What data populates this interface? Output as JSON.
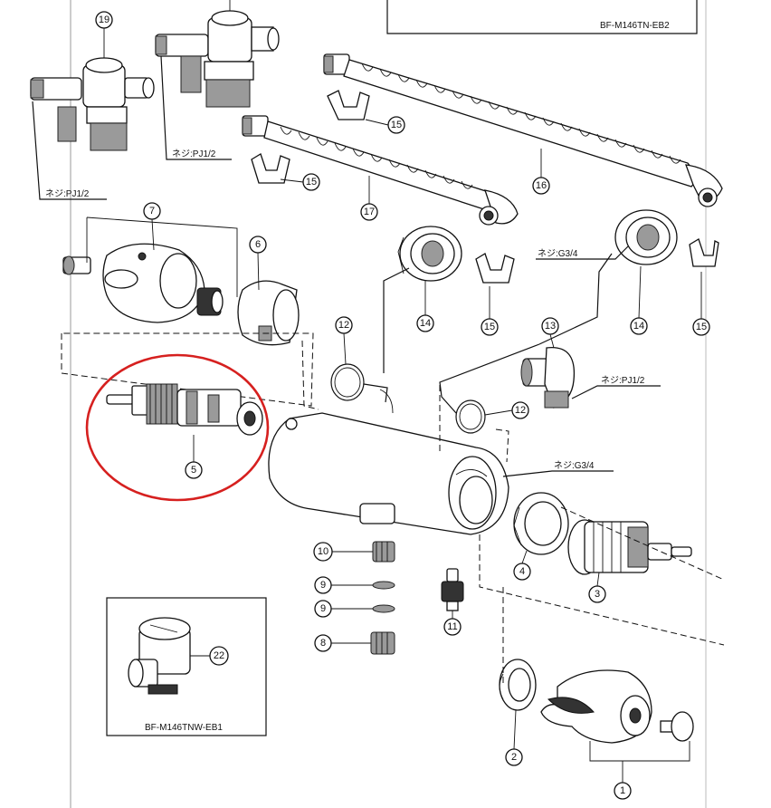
{
  "models": {
    "top_right": "BF-M146TN-EB2",
    "bottom_left": "BF-M146TNW-EB1"
  },
  "thread_labels": {
    "pj_left": "ネジ:PJ1/2",
    "pj_mid": "ネジ:PJ1/2",
    "g34_top": "ネジ:G3/4",
    "pj_right": "ネジ:PJ1/2",
    "g34_body": "ネジ:G3/4"
  },
  "callouts": {
    "c19": "19",
    "c15a": "15",
    "c15b": "15",
    "c15c": "15",
    "c15d": "15",
    "c16": "16",
    "c17": "17",
    "c7": "7",
    "c6": "6",
    "c14a": "14",
    "c14b": "14",
    "c13": "13",
    "c12a": "12",
    "c12b": "12",
    "c5": "5",
    "c4": "4",
    "c3": "3",
    "c10": "10",
    "c9a": "9",
    "c9b": "9",
    "c8": "8",
    "c11": "11",
    "c22": "22",
    "c2": "2",
    "c1": "1"
  },
  "highlight": {
    "target_part": "5",
    "color": "#d6201f"
  }
}
